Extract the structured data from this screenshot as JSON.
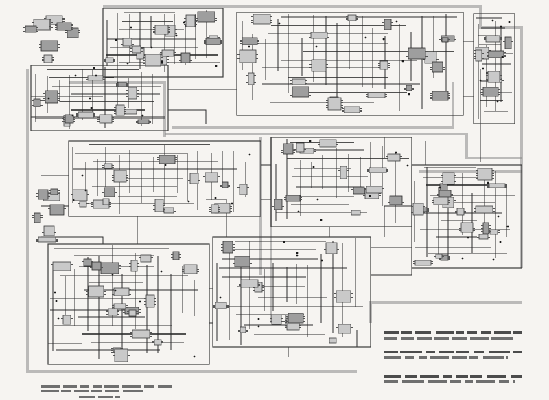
{
  "document": {
    "kind": "circuit-schematic",
    "colors": {
      "paper": "#f6f4f1",
      "wire": "#2a2a2a",
      "component": "#c9c9c9",
      "component_dark": "#9e9e9e",
      "legend_text": "#6f6f6f"
    },
    "notes": {
      "legend_block": "illegible",
      "title_caption": "illegible"
    }
  }
}
